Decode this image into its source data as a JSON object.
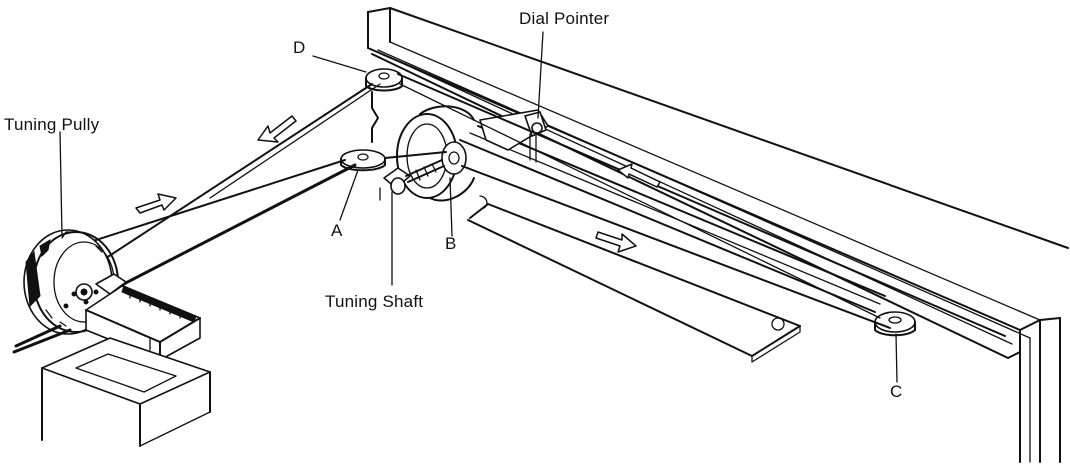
{
  "labels": {
    "dial_pointer": "Dial Pointer",
    "tuning_pully": "Tuning Pully",
    "tuning_shaft": "Tuning Shaft",
    "pulley_a": "A",
    "pulley_b": "B",
    "pulley_c": "C",
    "pulley_d": "D"
  }
}
